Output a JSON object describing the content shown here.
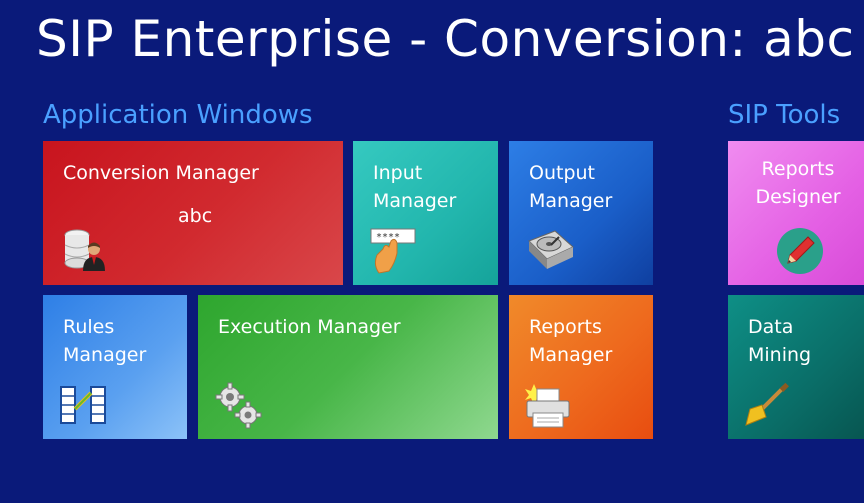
{
  "header": {
    "title": "SIP Enterprise - Conversion: abc"
  },
  "sections": {
    "application_windows": "Application Windows",
    "sip_tools": "SIP Tools"
  },
  "tiles": {
    "conversion_manager": {
      "label": "Conversion Manager",
      "sub": "abc",
      "color": "#c8141e",
      "icon": "database-user-icon"
    },
    "input_manager": {
      "label": "Input\nManager",
      "color": "#22b6ad",
      "icon": "keyboard-input-icon"
    },
    "output_manager": {
      "label": "Output\nManager",
      "color": "#1a5ec8",
      "icon": "hard-drive-icon"
    },
    "reports_designer": {
      "label": "Reports\nDesigner",
      "color": "#e460e4",
      "icon": "pencil-icon"
    },
    "rules_manager": {
      "label": "Rules\nManager",
      "color": "#2e7fe6",
      "icon": "rules-table-icon"
    },
    "execution_manager": {
      "label": "Execution Manager",
      "color": "#48b648",
      "icon": "gears-icon"
    },
    "reports_manager": {
      "label": "Reports\nManager",
      "color": "#ee6a1e",
      "icon": "printer-icon"
    },
    "data_mining": {
      "label": "Data\nMining",
      "color": "#0a6e68",
      "icon": "shovel-icon"
    }
  }
}
